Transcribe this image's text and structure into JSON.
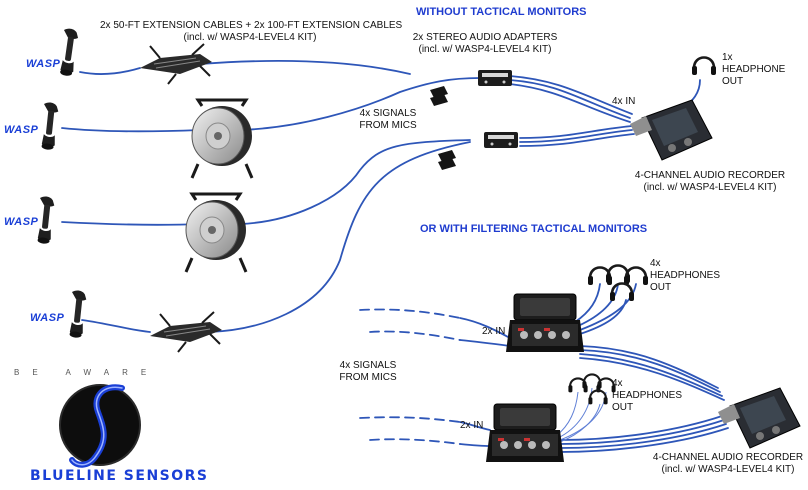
{
  "headers": {
    "without_monitors": "WITHOUT TACTICAL MONITORS",
    "with_monitors": "OR WITH FILTERING TACTICAL MONITORS"
  },
  "labels": {
    "extension_cables_line1": "2x 50-FT EXTENSION CABLES + 2x 100-FT EXTENSION CABLES",
    "extension_cables_line2": "(incl. w/ WASP4-LEVEL4 KIT)",
    "stereo_adapters_line1": "2x STEREO AUDIO ADAPTERS",
    "stereo_adapters_line2": "(incl. w/ WASP4-LEVEL4 KIT)",
    "signals_top_line1": "4x SIGNALS",
    "signals_top_line2": "FROM MICS",
    "four_in": "4x IN",
    "headphone_out_line1": "1x",
    "headphone_out_line2": "HEADPHONE",
    "headphone_out_line3": "OUT",
    "recorder_top_line1": "4-CHANNEL AUDIO RECORDER",
    "recorder_top_line2": "(incl. w/ WASP4-LEVEL4 KIT)",
    "headphones_4x_a_line1": "4x",
    "headphones_4x_a_line2": "HEADPHONES",
    "headphones_4x_a_line3": "OUT",
    "two_in_a": "2x IN",
    "signals_bottom_line1": "4x SIGNALS",
    "signals_bottom_line2": "FROM MICS",
    "headphones_4x_b_line1": "4x",
    "headphones_4x_b_line2": "HEADPHONES",
    "headphones_4x_b_line3": "OUT",
    "two_in_b": "2x IN",
    "recorder_bottom_line1": "4-CHANNEL AUDIO RECORDER",
    "recorder_bottom_line2": "(incl. w/ WASP4-LEVEL4 KIT)"
  },
  "mics": [
    {
      "brand": "WASP"
    },
    {
      "brand": "WASP"
    },
    {
      "brand": "WASP"
    },
    {
      "brand": "WASP"
    }
  ],
  "logo": {
    "tagline": "BE AWARE",
    "name": "BLUELINE SENSORS"
  },
  "colors": {
    "cable": "#2e56b8",
    "header": "#1f3ccf",
    "brand": "#1a3fd6",
    "device": "#2a2a2a"
  },
  "icons": [
    "microphone-icon",
    "cable-reel-icon",
    "headphone-icon",
    "audio-recorder-icon",
    "tactical-monitor-case-icon",
    "stereo-adapter-icon",
    "xlr-connector-icon"
  ]
}
